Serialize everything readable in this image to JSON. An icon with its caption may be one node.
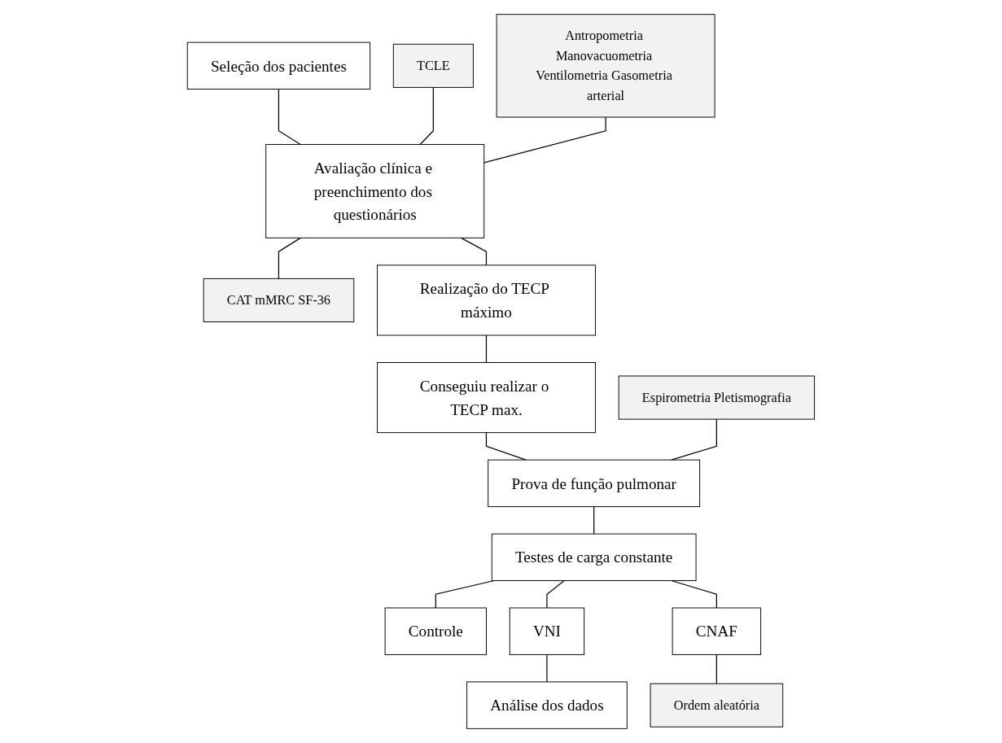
{
  "diagram": {
    "nodes": [
      {
        "text": [
          "Seleção dos pacientes"
        ]
      },
      {
        "text": [
          "TCLE"
        ]
      },
      {
        "text": [
          "Avaliação clínica e preenchimento dos questionários"
        ]
      },
      {
        "text": [
          "Antropometria Manovacuometria Ventilometria Gasometria arterial"
        ]
      },
      {
        "text": [
          "CAT mMRC SF-36"
        ]
      },
      {
        "text": [
          "Realização do TECP máximo"
        ]
      },
      {
        "text": [
          "Conseguiu realizar o TECP max."
        ]
      },
      {
        "text": [
          "Espirometria Pletismografia"
        ]
      },
      {
        "text": [
          "Prova de função pulmonar"
        ]
      },
      {
        "text": [
          "Testes de carga constante"
        ]
      },
      {
        "text": [
          "Controle"
        ]
      },
      {
        "text": [
          "VNI"
        ]
      },
      {
        "text": [
          "CNAF"
        ]
      },
      {
        "text": [
          "Ordem aleatória"
        ]
      },
      {
        "text": [
          "Análise dos dados"
        ]
      }
    ],
    "edges": [
      {
        "from": 0,
        "to": 2,
        "arrow": "none"
      },
      {
        "from": 1,
        "to": 2,
        "arrow": "none"
      },
      {
        "from": 3,
        "to": 2,
        "arrow": "none"
      },
      {
        "from": 2,
        "to": 4,
        "arrow": "none"
      },
      {
        "from": 2,
        "to": 5,
        "arrow": "none"
      },
      {
        "from": 5,
        "to": 6,
        "arrow": "none"
      },
      {
        "from": 6,
        "to": 8,
        "arrow": "none"
      },
      {
        "from": 7,
        "to": 8,
        "arrow": "none"
      },
      {
        "from": 8,
        "to": 9,
        "arrow": "none"
      },
      {
        "from": 9,
        "to": 10,
        "arrow": "none"
      },
      {
        "from": 9,
        "to": 11,
        "arrow": "none"
      },
      {
        "from": 9,
        "to": 12,
        "arrow": "none"
      },
      {
        "from": 12,
        "to": 13,
        "arrow": "none"
      },
      {
        "from": 11,
        "to": 14,
        "arrow": "none"
      }
    ]
  }
}
